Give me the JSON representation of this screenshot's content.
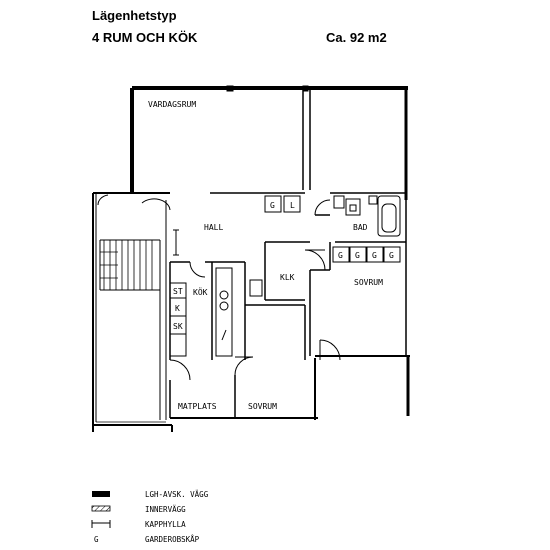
{
  "header": {
    "title": "Lägenhetstyp",
    "rooms": "4 RUM OCH KÖK",
    "area": "Ca. 92 m2"
  },
  "rooms": {
    "vardagsrum": "VARDAGSRUM",
    "hall": "HALL",
    "bad": "BAD",
    "klk": "KLK",
    "sovrum_east": "SOVRUM",
    "kok": "KÖK",
    "matplats": "MATPLATS",
    "sovrum_south": "SOVRUM"
  },
  "fixtures": {
    "wardrobe_hall_1": "G",
    "wardrobe_hall_2": "L",
    "wardrobe_bed_1": "G",
    "wardrobe_bed_2": "G",
    "wardrobe_bed_3": "G",
    "wardrobe_bed_4": "G",
    "kitchen_st": "ST",
    "kitchen_k": "K",
    "kitchen_sk": "SK"
  },
  "legend": [
    {
      "symbol": "thick-wall",
      "label": "LGH-AVSK. VÄGG"
    },
    {
      "symbol": "hatched-wall",
      "label": "INNERVÄGG"
    },
    {
      "symbol": "coat-rack",
      "label": "KAPPHYLLA"
    },
    {
      "symbol": "letter-g",
      "code": "G",
      "label": "GARDEROBSKÅP"
    }
  ]
}
